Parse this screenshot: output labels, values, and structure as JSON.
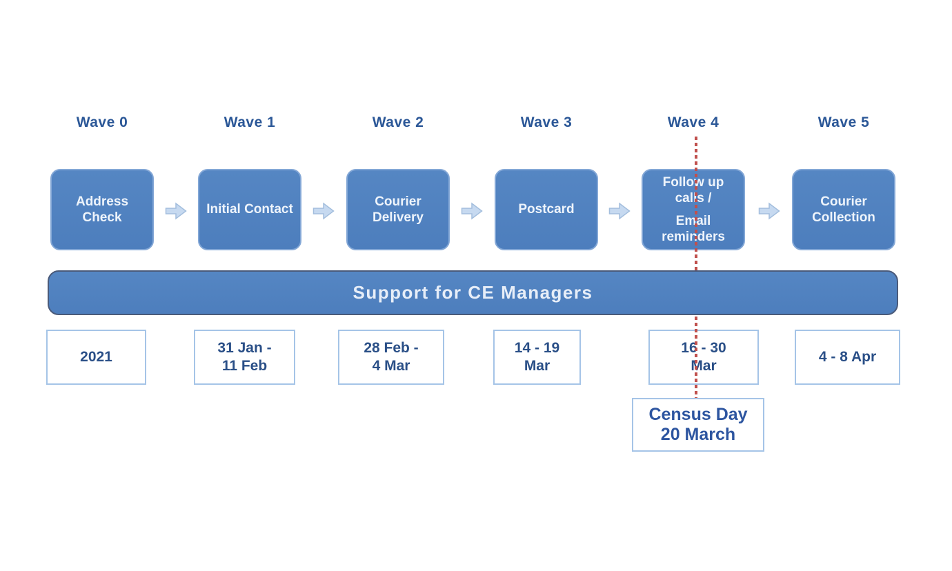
{
  "columns": [
    {
      "wave_label": "Wave 0",
      "step": {
        "lines": [
          "Address Check",
          ""
        ]
      },
      "date": {
        "lines": [
          "2021",
          ""
        ]
      }
    },
    {
      "wave_label": "Wave 1",
      "step": {
        "lines": [
          "Initial Contact",
          ""
        ]
      },
      "date": {
        "lines": [
          "31 Jan -",
          "11 Feb"
        ]
      }
    },
    {
      "wave_label": "Wave 2",
      "step": {
        "lines": [
          "Courier Delivery",
          ""
        ]
      },
      "date": {
        "lines": [
          "28 Feb -",
          "4 Mar"
        ]
      }
    },
    {
      "wave_label": "Wave 3",
      "step": {
        "lines": [
          "Postcard",
          ""
        ]
      },
      "date": {
        "lines": [
          "14 - 19",
          "Mar"
        ]
      }
    },
    {
      "wave_label": "Wave 4",
      "step": {
        "lines": [
          "Follow up calls /",
          "Email reminders"
        ]
      },
      "date": {
        "lines": [
          "16 - 30",
          "Mar"
        ]
      }
    },
    {
      "wave_label": "Wave 5",
      "step": {
        "lines": [
          "Courier Collection",
          ""
        ]
      },
      "date": {
        "lines": [
          "4 - 8 Apr",
          ""
        ]
      }
    }
  ],
  "support_bar": {
    "label": "Support for CE Managers"
  },
  "census_day": {
    "lines": [
      "Census Day",
      "20 March"
    ]
  },
  "colors": {
    "box_fill": "#4d7ebd",
    "box_border": "#83a7d6",
    "box_text": "#eef4fb",
    "support_fill": "#4d7ebd",
    "support_border": "#4a5a7a",
    "wave_label_text": "#2b5797",
    "date_text": "#2a4f87",
    "date_border": "#a5c4e7",
    "census_text": "#2d55a0",
    "arrow_fill": "#c6d9f0",
    "arrow_stroke": "#a3bedd",
    "census_line": "#c0504d"
  }
}
